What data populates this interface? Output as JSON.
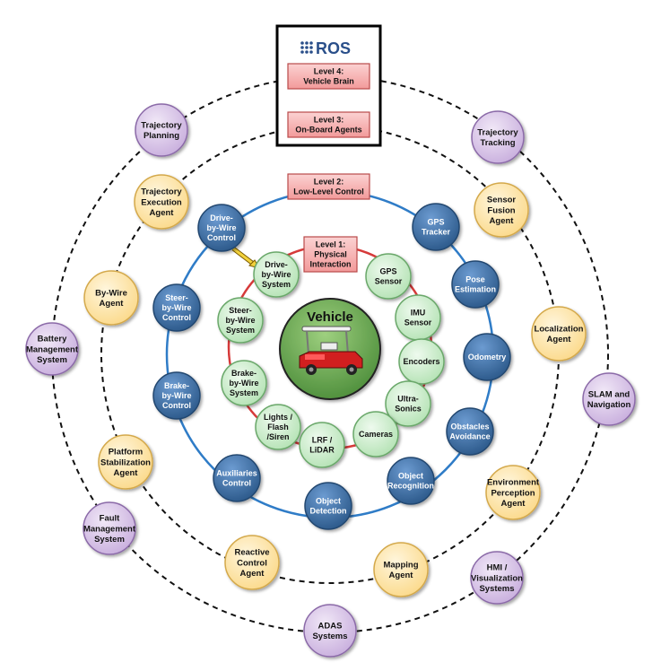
{
  "ros": {
    "logo_text": "ROS"
  },
  "level_labels": {
    "level4": [
      "Level 4:",
      "Vehicle Brain"
    ],
    "level3": [
      "Level 3:",
      "On-Board Agents"
    ],
    "level2": [
      "Level 2:",
      "Low-Level Control"
    ],
    "level1": [
      "Level 1:",
      "Physical",
      "Interaction"
    ]
  },
  "center": {
    "title": "Vehicle"
  },
  "level4_nodes": [
    {
      "id": "trajectory-planning",
      "lines": [
        "Trajectory",
        "Planning"
      ]
    },
    {
      "id": "trajectory-tracking",
      "lines": [
        "Trajectory",
        "Tracking"
      ]
    },
    {
      "id": "battery-management-system",
      "lines": [
        "Battery",
        "Management",
        "System"
      ]
    },
    {
      "id": "slam-and-navigation",
      "lines": [
        "SLAM and",
        "Navigation"
      ]
    },
    {
      "id": "fault-management-system",
      "lines": [
        "Fault",
        "Management",
        "System"
      ]
    },
    {
      "id": "hmi-visualization-systems",
      "lines": [
        "HMI /",
        "Visualization",
        "Systems"
      ]
    },
    {
      "id": "adas-systems",
      "lines": [
        "ADAS",
        "Systems"
      ]
    }
  ],
  "level3_nodes": [
    {
      "id": "trajectory-execution-agent",
      "lines": [
        "Trajectory",
        "Execution",
        "Agent"
      ]
    },
    {
      "id": "sensor-fusion-agent",
      "lines": [
        "Sensor",
        "Fusion",
        "Agent"
      ]
    },
    {
      "id": "by-wire-agent",
      "lines": [
        "By-Wire",
        "Agent"
      ]
    },
    {
      "id": "localization-agent",
      "lines": [
        "Localization",
        "Agent"
      ]
    },
    {
      "id": "platform-stabilization-agent",
      "lines": [
        "Platform",
        "Stabilization",
        "Agent"
      ]
    },
    {
      "id": "environment-perception-agent",
      "lines": [
        "Environment",
        "Perception",
        "Agent"
      ]
    },
    {
      "id": "reactive-control-agent",
      "lines": [
        "Reactive",
        "Control",
        "Agent"
      ]
    },
    {
      "id": "mapping-agent",
      "lines": [
        "Mapping",
        "Agent"
      ]
    }
  ],
  "level2_nodes": [
    {
      "id": "drive-by-wire-control",
      "lines": [
        "Drive-",
        "by-Wire",
        "Control"
      ]
    },
    {
      "id": "gps-tracker",
      "lines": [
        "GPS",
        "Tracker"
      ]
    },
    {
      "id": "pose-estimation",
      "lines": [
        "Pose",
        "Estimation"
      ]
    },
    {
      "id": "steer-by-wire-control",
      "lines": [
        "Steer-",
        "by-Wire",
        "Control"
      ]
    },
    {
      "id": "odometry",
      "lines": [
        "Odometry"
      ]
    },
    {
      "id": "brake-by-wire-control",
      "lines": [
        "Brake-",
        "by-Wire",
        "Control"
      ]
    },
    {
      "id": "obstacles-avoidance",
      "lines": [
        "Obstacles",
        "Avoidance"
      ]
    },
    {
      "id": "auxiliaries-control",
      "lines": [
        "Auxiliaries",
        "Control"
      ]
    },
    {
      "id": "object-recognition",
      "lines": [
        "Object",
        "Recognition"
      ]
    },
    {
      "id": "object-detection",
      "lines": [
        "Object",
        "Detection"
      ]
    }
  ],
  "level1_nodes": [
    {
      "id": "drive-by-wire-system",
      "lines": [
        "Drive-",
        "by-Wire",
        "System"
      ]
    },
    {
      "id": "gps-sensor",
      "lines": [
        "GPS",
        "Sensor"
      ]
    },
    {
      "id": "steer-by-wire-system",
      "lines": [
        "Steer-",
        "by-Wire",
        "System"
      ]
    },
    {
      "id": "imu-sensor",
      "lines": [
        "IMU",
        "Sensor"
      ]
    },
    {
      "id": "encoders",
      "lines": [
        "Encoders"
      ]
    },
    {
      "id": "brake-by-wire-system",
      "lines": [
        "Brake-",
        "by-Wire",
        "System"
      ]
    },
    {
      "id": "ultra-sonics",
      "lines": [
        "Ultra-",
        "Sonics"
      ]
    },
    {
      "id": "lights-flash-siren",
      "lines": [
        "Lights /",
        "Flash",
        "/Siren"
      ]
    },
    {
      "id": "cameras",
      "lines": [
        "Cameras"
      ]
    },
    {
      "id": "lrf-lidar",
      "lines": [
        "LRF /",
        "LiDAR"
      ]
    }
  ],
  "colors": {
    "level4_fill": "#d9c6e6",
    "level4_stroke": "#8b6aa8",
    "level3_fill": "#fde6b0",
    "level3_stroke": "#d4a94c",
    "level2_fill": "#3f6fa3",
    "level2_stroke": "#23476f",
    "level1_fill": "#c9ecc9",
    "level1_stroke": "#6aa86a",
    "label_fill": "#f6b3b3",
    "label_stroke": "#b94a4a",
    "ring_blue": "#2f7cc7",
    "ring_red": "#d63a3a",
    "center_fill": "#5fa14a"
  }
}
